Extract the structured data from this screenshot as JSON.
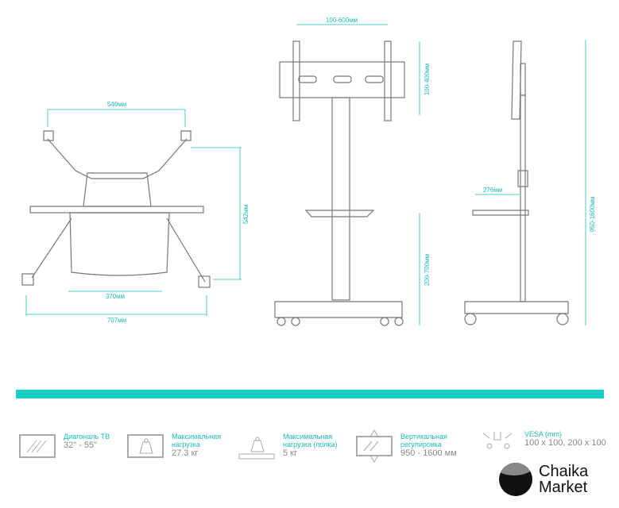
{
  "accent_color": "#18cdc8",
  "dimensions": {
    "top_view": {
      "front_width": "540мм",
      "depth": "542мм",
      "shelf_width": "370мм",
      "base_width": "707мм"
    },
    "front_view": {
      "vesa_width": "100-600мм",
      "vesa_height": "100-400мм",
      "shelf_height": "200-700мм"
    },
    "side_view": {
      "shelf_depth": "276мм",
      "height": "950-1600мм"
    }
  },
  "specs": [
    {
      "icon": "tv-screen-icon",
      "label": "Диагональ ТВ",
      "value": "32\" - 55\""
    },
    {
      "icon": "weight-icon",
      "label": "Максимальная нагрузка",
      "value": "27.3 кг"
    },
    {
      "icon": "shelf-weight-icon",
      "label": "Максимальная нагрузка (полка)",
      "value": "5 кг"
    },
    {
      "icon": "vertical-adjust-icon",
      "label": "Вертикальная регулировка",
      "value": "950 - 1600 мм"
    },
    {
      "icon": "vesa-icon",
      "label": "VESA (mm)",
      "value": "100 x 100, 200 x 100"
    }
  ],
  "logo": {
    "line1": "Chaika",
    "line2": "Market"
  }
}
